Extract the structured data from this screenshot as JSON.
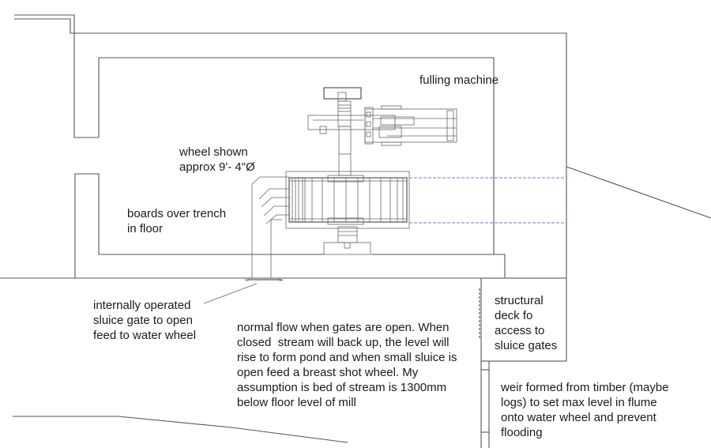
{
  "drawing": {
    "title": "Mill section with water wheel and fulling machine",
    "annotations": {
      "fulling_machine": "fulling machine",
      "wheel_line1": "wheel shown",
      "wheel_line2": "approx 9'- 4\"Ø",
      "boards_line1": "boards over trench",
      "boards_line2": "in floor",
      "sluice_line1": "internally operated",
      "sluice_line2": "sluice gate to open",
      "sluice_line3": "feed to water wheel",
      "deck_line1": "structural",
      "deck_line2": "deck fo",
      "deck_line3": "access to",
      "deck_line4": "sluice gates",
      "flow_line1": "normal flow when gates are open. When",
      "flow_line2": "closed  stream will back up, the level will",
      "flow_line3": "rise to form pond and when small sluice is",
      "flow_line4": "open feed a breast shot wheel. My",
      "flow_line5": "assumption is bed of stream is 1300mm",
      "flow_line6": "below floor level of mill",
      "weir_line1": "weir formed from timber (maybe",
      "weir_line2": "logs) to set max level in flume",
      "weir_line3": "onto water wheel and prevent",
      "weir_line4": "flooding"
    },
    "colors": {
      "line": "#555555",
      "projection_dash": "#5b7fd6",
      "text": "#1a1a1a"
    }
  }
}
